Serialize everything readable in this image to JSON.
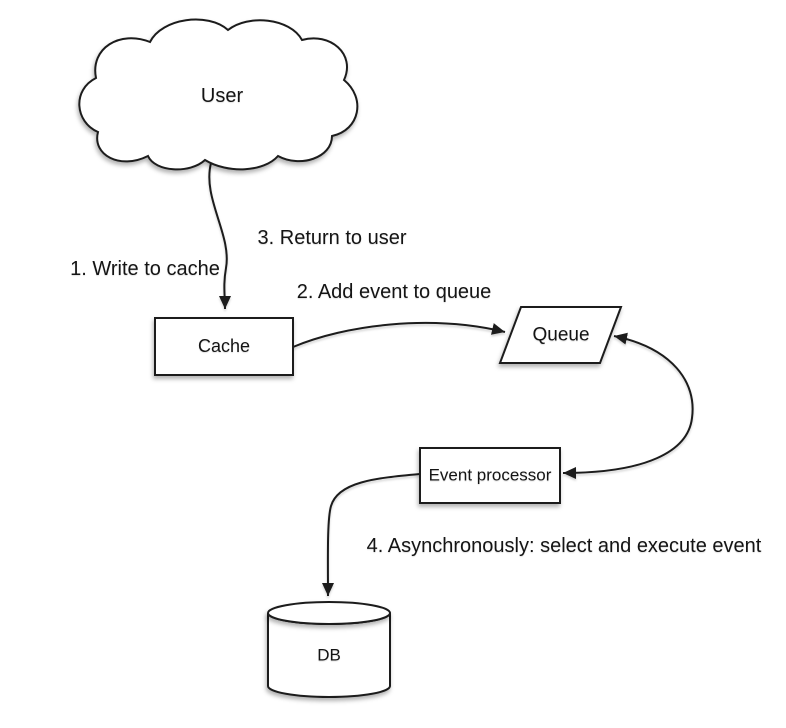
{
  "diagram": {
    "type": "flow-diagram",
    "nodes": {
      "user": {
        "label": "User",
        "shape": "cloud"
      },
      "cache": {
        "label": "Cache",
        "shape": "rectangle"
      },
      "queue": {
        "label": "Queue",
        "shape": "parallelogram"
      },
      "event_processor": {
        "label": "Event processor",
        "shape": "rectangle"
      },
      "db": {
        "label": "DB",
        "shape": "cylinder"
      }
    },
    "edges": [
      {
        "from": "user",
        "to": "cache",
        "label": "1. Write to cache",
        "direction": "single"
      },
      {
        "from": "cache",
        "to": "queue",
        "label": "2. Add event to queue",
        "direction": "single"
      },
      {
        "from": "cache",
        "to": "user",
        "label": "3. Return to user",
        "direction": "single"
      },
      {
        "from": "queue",
        "to": "event_processor",
        "label": "",
        "direction": "double"
      },
      {
        "from": "event_processor",
        "to": "db",
        "label": "4. Asynchronously: select and execute event",
        "direction": "single"
      }
    ],
    "colors": {
      "background": "#ffffff",
      "stroke": "#1c1c1c",
      "shape_fill": "#ffffff",
      "text": "#141414"
    }
  }
}
